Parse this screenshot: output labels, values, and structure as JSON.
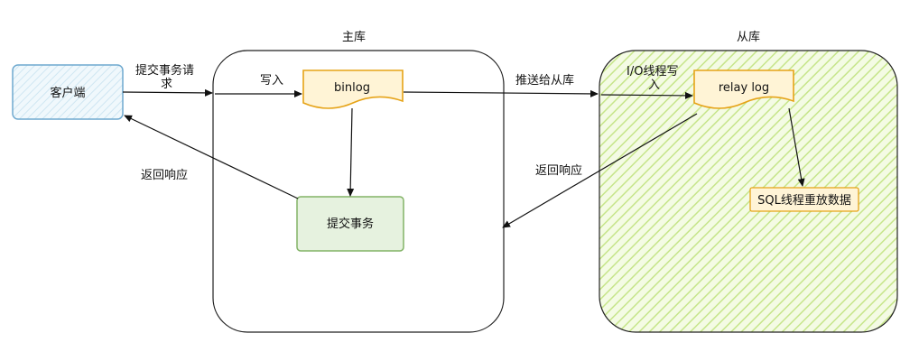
{
  "containers": {
    "master": {
      "title": "主库"
    },
    "slave": {
      "title": "从库"
    }
  },
  "nodes": {
    "client": {
      "label": "客户端"
    },
    "binlog": {
      "label": "binlog"
    },
    "commit": {
      "label": "提交事务"
    },
    "relay_log": {
      "label": "relay log"
    },
    "sql_thread": {
      "label": "SQL线程重放数据"
    }
  },
  "edges": {
    "submit_request": {
      "label_line1": "提交事务请",
      "label_line2": "求"
    },
    "write_in": {
      "label": "写入"
    },
    "push_to_slave": {
      "label": "推送给从库"
    },
    "io_write": {
      "label_line1": "I/O线程写",
      "label_line2": "入"
    },
    "slave_response": {
      "label": "返回响应"
    },
    "client_response": {
      "label": "返回响应"
    }
  },
  "colors": {
    "client_fill": "#dff0f8",
    "client_stroke": "#6fa9cf",
    "doc_fill": "#fff4d6",
    "doc_stroke": "#e6a317",
    "commit_fill": "#e6f2df",
    "commit_stroke": "#82b366",
    "slave_fill": "#e3f2b8",
    "slave_stroke": "#222222",
    "master_stroke": "#222222",
    "sql_fill": "#fff4d6",
    "sql_stroke": "#e6a317",
    "arrow": "#111111"
  }
}
